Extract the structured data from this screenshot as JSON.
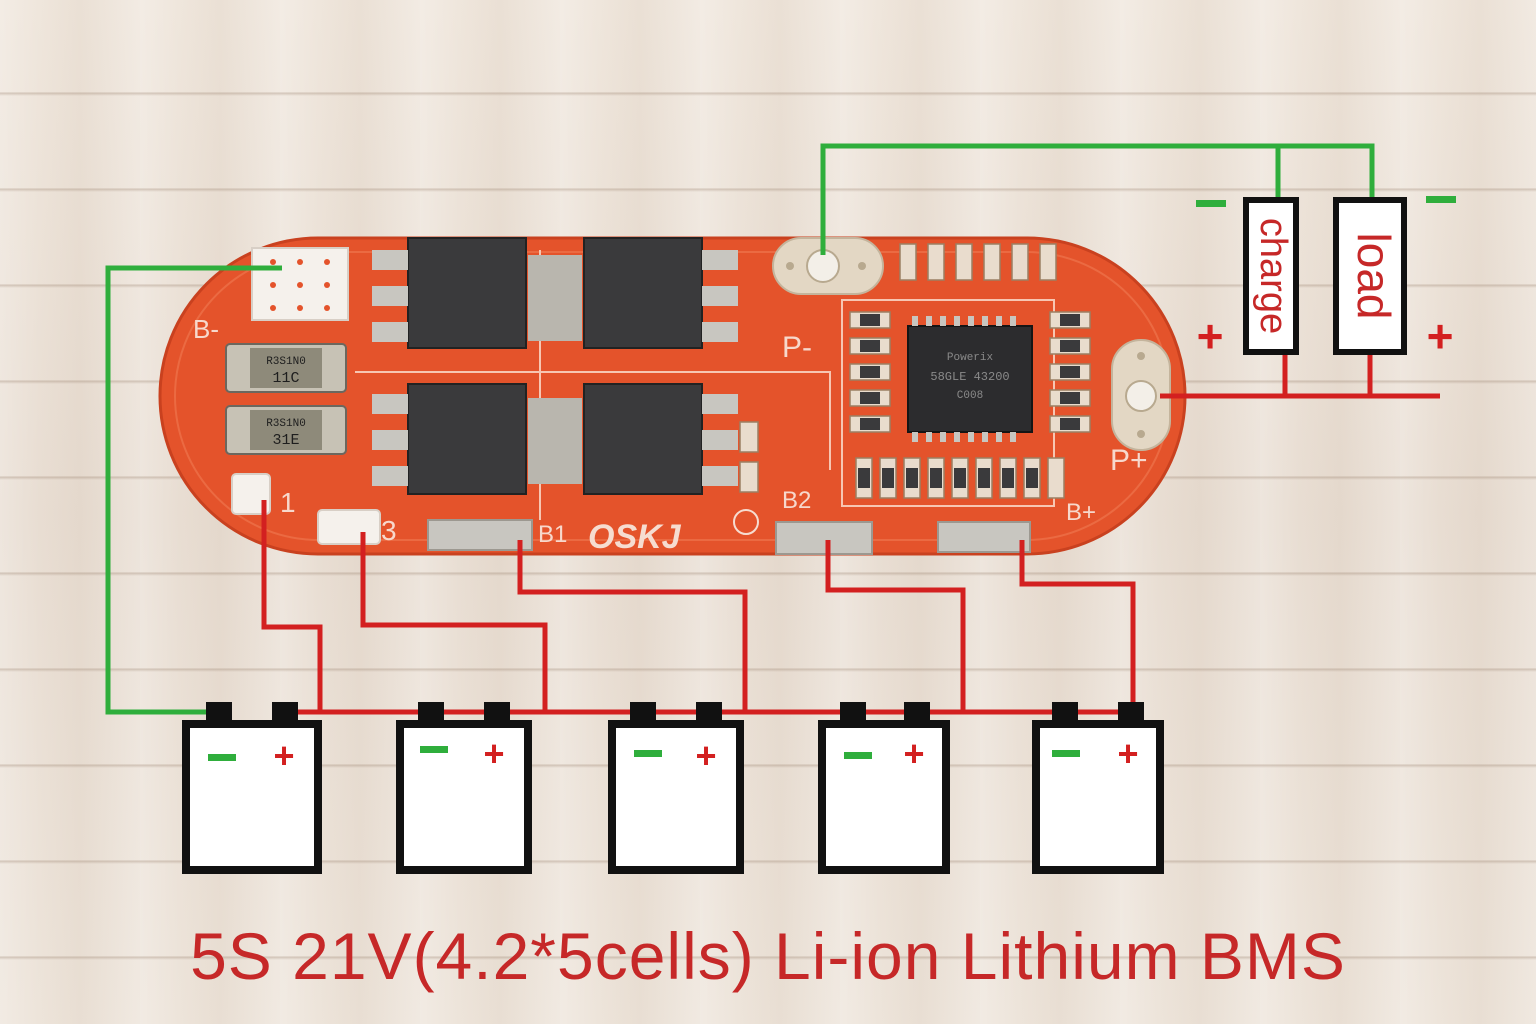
{
  "board": {
    "brand": "OSKJ",
    "pad_labels": {
      "b_minus": "B-",
      "b1": "B1",
      "b2": "B2",
      "b_plus": "B+",
      "p_minus": "P-",
      "p_plus": "P+",
      "cell1": "1",
      "cell3": "3"
    },
    "chips": {
      "resistor_top": "R3S1N0\n11C",
      "resistor_bottom": "R3S1N0\n31E",
      "ic_text": "Powerix\n58GLE 43200\nC008"
    }
  },
  "load_terminals": {
    "charge_label": "charge",
    "load_label": "load",
    "minus_left": "-",
    "minus_right": "-",
    "plus_left": "+",
    "plus_right": "+"
  },
  "cells": [
    {
      "minus": "-",
      "plus": "+"
    },
    {
      "minus": "-",
      "plus": "+"
    },
    {
      "minus": "-",
      "plus": "+"
    },
    {
      "minus": "-",
      "plus": "+"
    },
    {
      "minus": "-",
      "plus": "+"
    }
  ],
  "caption": "5S 21V(4.2*5cells) Li-ion Lithium BMS",
  "colors": {
    "wire_red": "#d32020",
    "wire_green": "#2fae3c",
    "board_orange": "#e8552d",
    "caption_red": "#c62828"
  }
}
